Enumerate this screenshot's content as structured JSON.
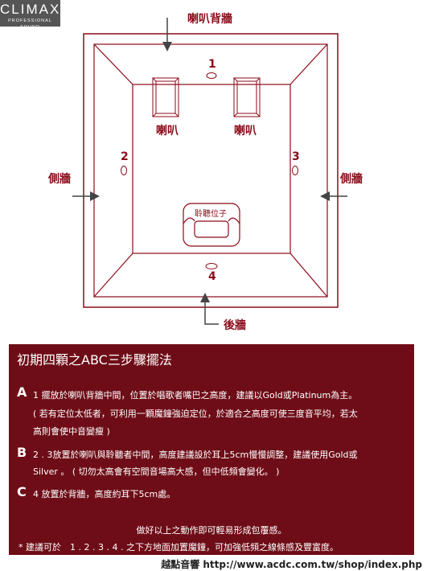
{
  "logo": {
    "main": "CLIMAX",
    "sub": "PROFESSIONAL SOUND"
  },
  "diagram": {
    "back_wall_label": "喇叭背牆",
    "side_wall_left_label": "側牆",
    "side_wall_right_label": "側牆",
    "rear_wall_label": "後牆",
    "speaker_left_label": "喇叭",
    "speaker_right_label": "喇叭",
    "listening_seat_label": "聆聽位子",
    "positions": [
      "1",
      "2",
      "3",
      "4"
    ]
  },
  "info": {
    "title": "初期四顆之ABC三步驟擺法",
    "items": [
      {
        "letter": "A",
        "lines": [
          "1 擺放於喇叭背牆中間，位置於唱歌者嘴巴之高度，建議以Gold或Platinum為主。",
          "( 若有定位太低者，可利用一顆魔鐘強迫定位，於適合之高度可使三度音平均，若太",
          "高則會使中音變瘦 )"
        ]
      },
      {
        "letter": "B",
        "lines": [
          "2 . 3放置於喇叭與聆聽者中間，高度建議設於耳上5cm慢慢調整，建議使用Gold或",
          "Silver 。 ( 切勿太高會有空間音場高大感，但中低頻會變化。 )"
        ]
      },
      {
        "letter": "C",
        "lines": [
          "4 放置於背牆，高度約耳下5cm處。"
        ]
      }
    ],
    "summary": "做好以上之動作即可輕易形成包覆感。",
    "note": "* 建議可於　1 . 2 . 3 . 4 . 之下方地面加置魔鐘，可加強低頻之線條感及豐富度。"
  },
  "footer": "越點音響 http://www.acdc.com.tw/shop/index.php"
}
